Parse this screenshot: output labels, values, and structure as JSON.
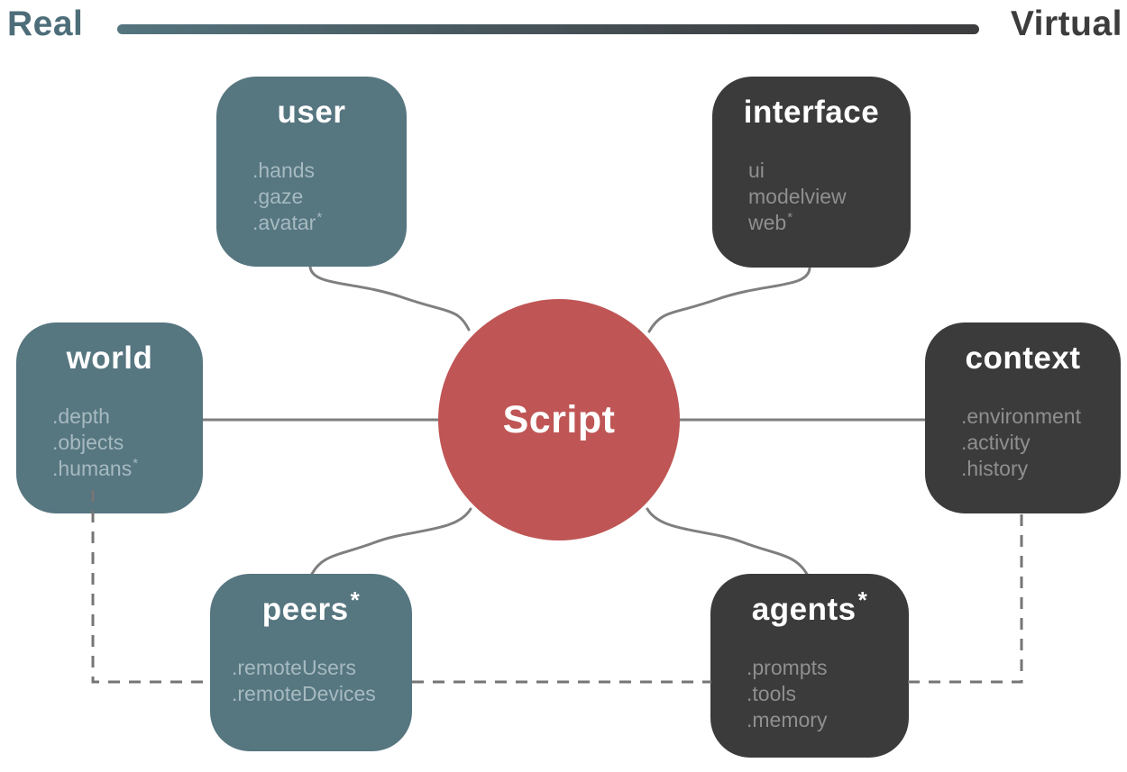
{
  "header": {
    "left_label": "Real",
    "right_label": "Virtual"
  },
  "center": {
    "label": "Script"
  },
  "colors": {
    "real_accent": "#4d6d79",
    "virtual_accent": "#3c3c3c",
    "real_box_fill": "#567680",
    "virtual_box_fill": "#3b3b3b",
    "real_item_text": "#a6bac0",
    "virtual_item_text": "#8f8f8f",
    "center_circle_fill": "#bf5555",
    "connector_stroke": "#7f7f7f",
    "dashed_stroke": "#757575"
  },
  "nodes": [
    {
      "id": "user",
      "title": "user",
      "variant": "real",
      "items": [
        ".hands",
        ".gaze",
        ".avatar*"
      ]
    },
    {
      "id": "interface",
      "title": "interface",
      "variant": "virtual",
      "items": [
        "ui",
        "modelview",
        "web*"
      ]
    },
    {
      "id": "world",
      "title": "world",
      "variant": "real",
      "items": [
        ".depth",
        ".objects",
        ".humans*"
      ]
    },
    {
      "id": "context",
      "title": "context",
      "variant": "virtual",
      "items": [
        ".environment",
        ".activity",
        ".history"
      ]
    },
    {
      "id": "peers",
      "title": "peers*",
      "variant": "real",
      "items": [
        ".remoteUsers",
        ".remoteDevices"
      ]
    },
    {
      "id": "agents",
      "title": "agents*",
      "variant": "virtual",
      "items": [
        ".prompts",
        ".tools",
        ".memory"
      ]
    }
  ]
}
